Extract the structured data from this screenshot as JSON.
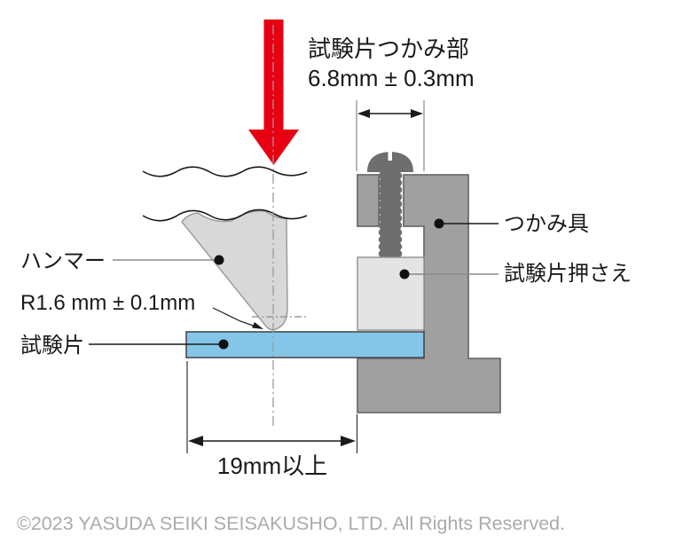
{
  "annotation_top": {
    "line1": "試験片つかみ部",
    "line2": "6.8mm ± 0.3mm"
  },
  "labels": {
    "hammer": "ハンマー",
    "tip_radius": "R1.6 mm ± 0.1mm",
    "specimen": "試験片",
    "grip": "つかみ具",
    "specimen_holder": "試験片押さえ"
  },
  "dimensions": {
    "span_min": "19mm以上"
  },
  "colors": {
    "arrow_red": "#e60012",
    "hammer_gray": "#d8d8d8",
    "grip_gray": "#a0a0a0",
    "screw_gray": "#6e6e6e",
    "holder_gray": "#e4e4e4",
    "specimen_blue": "#85c6e8"
  },
  "footer": {
    "copyright": "©2023 YASUDA SEIKI SEISAKUSHO, LTD. All Rights Reserved."
  }
}
